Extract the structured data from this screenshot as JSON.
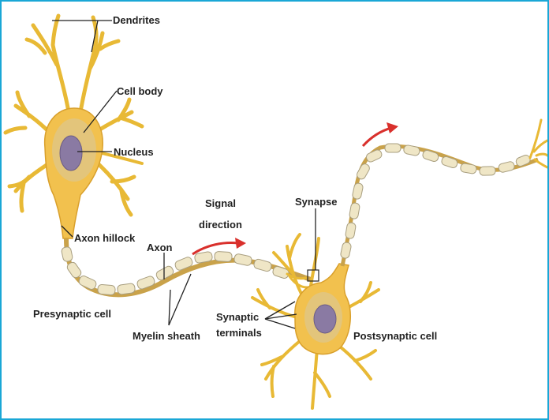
{
  "colors": {
    "border": "#1aa7d6",
    "neuron": "#f2c14e",
    "neuron_edge": "#d9a02c",
    "nucleus": "#8a7aa3",
    "myelin": "#efe6c6",
    "arrow": "#d9302c"
  },
  "labels": {
    "dendrites": "Dendrites",
    "cell_body": "Cell body",
    "nucleus": "Nucleus",
    "axon_hillock": "Axon hillock",
    "axon": "Axon",
    "signal": "Signal",
    "direction": "direction",
    "synapse": "Synapse",
    "presynaptic_cell": "Presynaptic cell",
    "myelin_sheath": "Myelin sheath",
    "synaptic": "Synaptic",
    "terminals": "terminals",
    "postsynaptic_cell": "Postsynaptic cell"
  }
}
